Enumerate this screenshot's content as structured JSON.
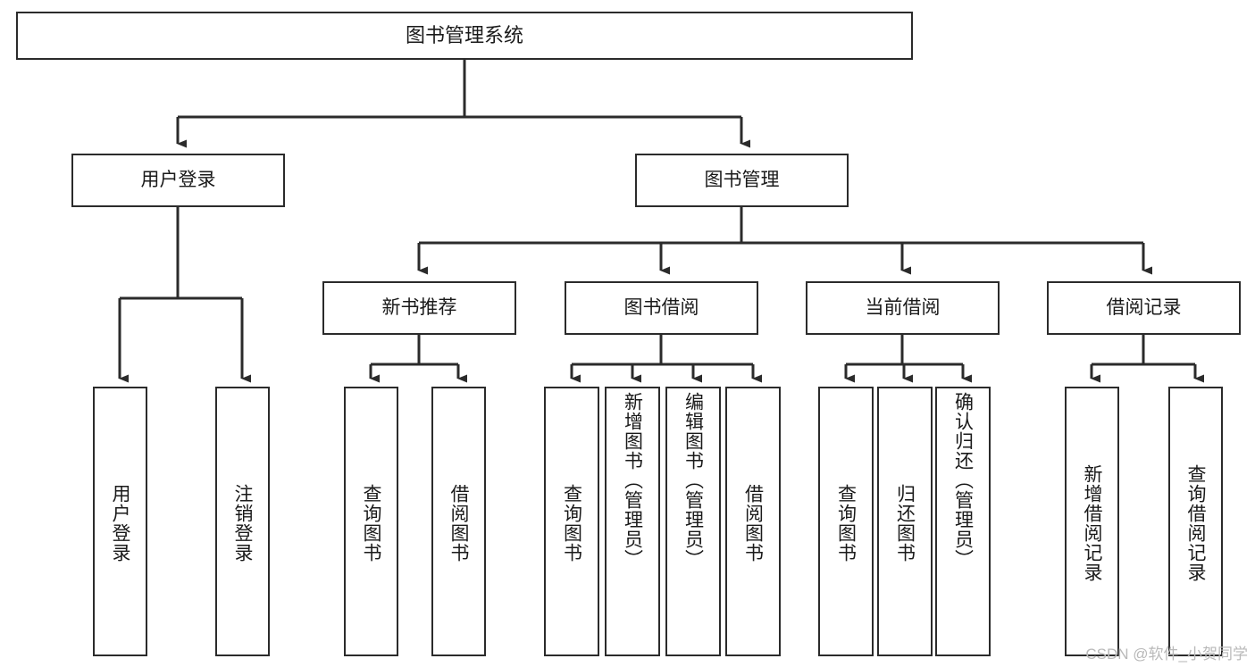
{
  "diagram": {
    "title": "图书管理系统",
    "type": "tree",
    "watermark": "CSDN @软件_小贺同学",
    "line_color": "#2b2b2b",
    "box_fill": "#ffffff",
    "text_color": "#1a1a1a",
    "levels": {
      "root": "图书管理系统",
      "level2": [
        "用户登录",
        "图书管理"
      ],
      "level3": [
        "新书推荐",
        "图书借阅",
        "当前借阅",
        "借阅记录"
      ]
    },
    "nodes": {
      "root": {
        "label": "图书管理系统"
      },
      "user_login": {
        "label": "用户登录"
      },
      "book_mgmt": {
        "label": "图书管理"
      },
      "new_book_rec": {
        "label": "新书推荐"
      },
      "book_borrow": {
        "label": "图书借阅"
      },
      "current_borrow": {
        "label": "当前借阅"
      },
      "borrow_record": {
        "label": "借阅记录"
      },
      "leaf_user_login": {
        "label": "用户登录"
      },
      "leaf_user_logout": {
        "label": "注销登录"
      },
      "leaf_rec_query": {
        "label": "查询图书"
      },
      "leaf_rec_borrow": {
        "label": "借阅图书"
      },
      "leaf_borrow_query": {
        "label": "查询图书"
      },
      "leaf_borrow_add": {
        "label": "新增图书（管理员）"
      },
      "leaf_borrow_edit": {
        "label": "编辑图书（管理员）"
      },
      "leaf_borrow_take": {
        "label": "借阅图书"
      },
      "leaf_cur_query": {
        "label": "查询图书"
      },
      "leaf_cur_return": {
        "label": "归还图书"
      },
      "leaf_cur_confirm": {
        "label": "确认归还（管理员）"
      },
      "leaf_rec_add": {
        "label": "新增借阅记录"
      },
      "leaf_rec_search": {
        "label": "查询借阅记录"
      }
    }
  }
}
